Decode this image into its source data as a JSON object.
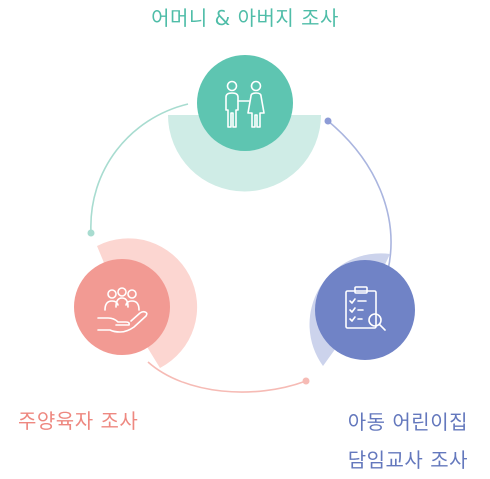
{
  "nodes": [
    {
      "id": "parents",
      "label": "어머니 & 아버지 조사",
      "icon": "parents-icon",
      "color": "#5ec5b1",
      "ring_color": "#cfece6",
      "line_color": "#a8dcd0"
    },
    {
      "id": "caregiver",
      "label": "주양육자 조사",
      "icon": "caring-hand-icon",
      "color": "#f29a93",
      "ring_color": "#fcd6d1",
      "line_color": "#f6bbb5"
    },
    {
      "id": "teacher",
      "label_line1": "아동 어린이집",
      "label_line2": "담임교사 조사",
      "icon": "clipboard-search-icon",
      "color": "#7083c6",
      "ring_color": "#ccd3ec",
      "line_color": "#aab5df"
    }
  ]
}
